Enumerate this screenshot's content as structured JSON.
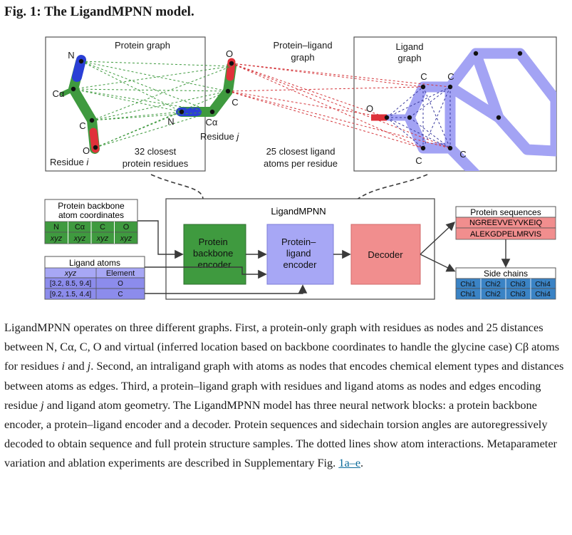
{
  "title": "Fig. 1: The LigandMPNN model.",
  "panels": {
    "protein_graph": {
      "title": "Protein graph",
      "atoms": {
        "n_left": "N",
        "ca_left": "Cα",
        "c_left": "C",
        "o_left": "O",
        "o_right": "O",
        "c_right": "C",
        "n_right": "N",
        "ca_right": "Cα"
      },
      "residue_i": "Residue ",
      "residue_i_var": "i",
      "residue_j": "Residue ",
      "residue_j_var": "j",
      "closest_line1": "32 closest",
      "closest_line2": "protein residues"
    },
    "protein_ligand_graph": {
      "title_line1": "Protein–ligand",
      "title_line2": "graph",
      "closest_line1": "25 closest ligand",
      "closest_line2": "atoms per residue"
    },
    "ligand_graph": {
      "title_line1": "Ligand",
      "title_line2": "graph",
      "atoms": {
        "c_top1": "C",
        "c_top2": "C",
        "o": "O",
        "c_bottom1": "C",
        "c_bottom2": "C"
      }
    }
  },
  "inputs": {
    "backbone": {
      "title_line1": "Protein backbone",
      "title_line2": "atom coordinates",
      "headers": [
        "N",
        "Cα",
        "C",
        "O"
      ],
      "values": [
        "xyz",
        "xyz",
        "xyz",
        "xyz"
      ]
    },
    "ligand": {
      "title": "Ligand atoms",
      "headers": [
        "xyz",
        "Element"
      ],
      "rows": [
        [
          "[3.2, 8.5, 9.4]",
          "O"
        ],
        [
          "[9.2, 1.5, 4.4]",
          "C"
        ]
      ]
    }
  },
  "model": {
    "title": "LigandMPNN",
    "backbone_encoder": [
      "Protein",
      "backbone",
      "encoder"
    ],
    "ligand_encoder": [
      "Protein–",
      "ligand",
      "encoder"
    ],
    "decoder": "Decoder"
  },
  "outputs": {
    "sequences": {
      "title": "Protein sequences",
      "rows": [
        "NGREEVVEYVKEIQ",
        "ALEKGDPELMRVIS"
      ]
    },
    "side_chains": {
      "title": "Side chains",
      "rows": [
        [
          "Chi1",
          "Chi2",
          "Chi3",
          "Chi4"
        ],
        [
          "Chi1",
          "Chi2",
          "Chi3",
          "Chi4"
        ]
      ]
    }
  },
  "caption": {
    "p1": "LigandMPNN operates on three different graphs. First, a protein-only graph with residues as nodes and 25 distances between N, Cα, C, O and virtual (inferred location based on backbone coordinates to handle the glycine case) Cβ atoms for residues ",
    "var_i": "i",
    "and": " and ",
    "var_j": "j",
    "p2": ". Second, an intraligand graph with atoms as nodes that encodes chemical element types and distances between atoms as edges. Third, a protein–ligand graph with residues and ligand atoms as nodes and edges encoding residue ",
    "var_j2": "j",
    "p3": " and ligand atom geometry. The LigandMPNN model has three neural network blocks: a protein backbone encoder, a protein–ligand encoder and a decoder. Protein sequences and sidechain torsion angles are autoregressively decoded to obtain sequence and full protein structure samples. The dotted lines show atom interactions. Metaparameter variation and ablation experiments are described in Supplementary Fig. ",
    "link": "1a–e",
    "end": "."
  },
  "colors": {
    "protein_green": "#3f9a3f",
    "backbone_n_blue": "#2a3fd6",
    "backbone_o_red": "#e0313a",
    "ligand_purple": "#9a9af2",
    "ligand_encoder": "#a7a7f5",
    "decoder_pink": "#f18e8e",
    "side_chain_blue": "#3a83c5"
  }
}
